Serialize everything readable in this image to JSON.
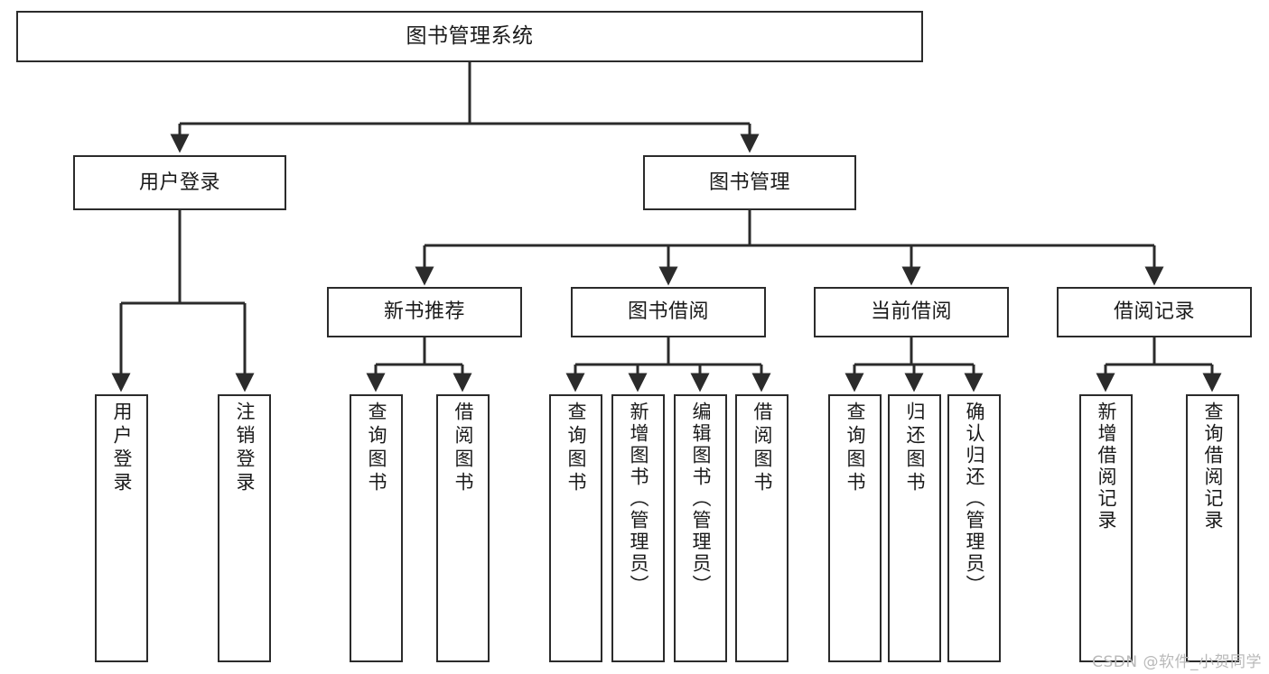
{
  "diagram": {
    "title": "图书管理系统",
    "type": "tree-hierarchy",
    "watermark": "CSDN @软件_小贺同学",
    "colors": {
      "border": "#2b2b2b",
      "background": "#ffffff",
      "text": "#1a1a1a",
      "edge": "#2b2b2b",
      "watermark": "#b9b9b9"
    },
    "levels": {
      "root": {
        "label": "图书管理系统"
      },
      "level2": [
        {
          "label": "用户登录"
        },
        {
          "label": "图书管理"
        }
      ],
      "level3": [
        {
          "label": "新书推荐"
        },
        {
          "label": "图书借阅"
        },
        {
          "label": "当前借阅"
        },
        {
          "label": "借阅记录"
        }
      ],
      "leaves": [
        {
          "label": "用户登录",
          "parent": "用户登录"
        },
        {
          "label": "注销登录",
          "parent": "用户登录"
        },
        {
          "label": "查询图书",
          "parent": "新书推荐"
        },
        {
          "label": "借阅图书",
          "parent": "新书推荐"
        },
        {
          "label": "查询图书",
          "parent": "图书借阅"
        },
        {
          "label": "新增图书（管理员）",
          "parent": "图书借阅"
        },
        {
          "label": "编辑图书（管理员）",
          "parent": "图书借阅"
        },
        {
          "label": "借阅图书",
          "parent": "图书借阅"
        },
        {
          "label": "查询图书",
          "parent": "当前借阅"
        },
        {
          "label": "归还图书",
          "parent": "当前借阅"
        },
        {
          "label": "确认归还（管理员）",
          "parent": "当前借阅"
        },
        {
          "label": "新增借阅记录",
          "parent": "借阅记录"
        },
        {
          "label": "查询借阅记录",
          "parent": "借阅记录"
        }
      ]
    }
  }
}
